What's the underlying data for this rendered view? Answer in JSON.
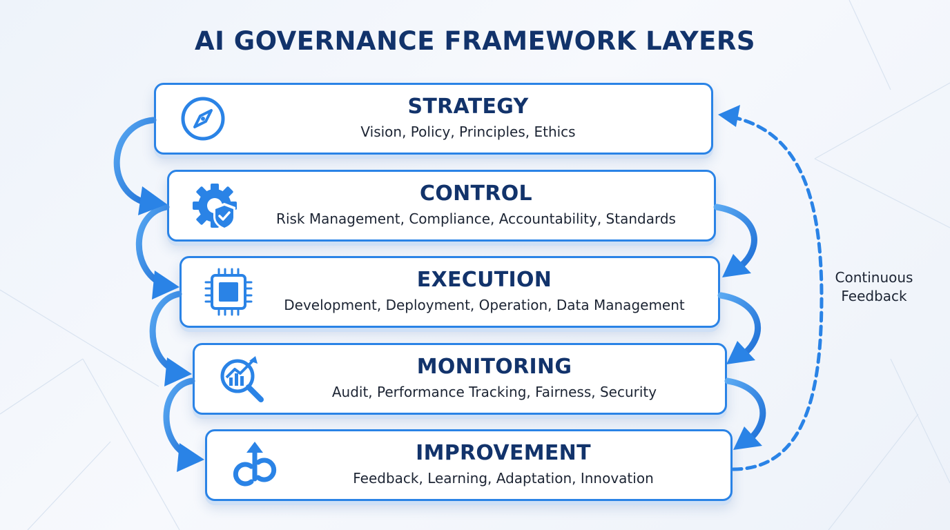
{
  "title": "AI GOVERNANCE FRAMEWORK LAYERS",
  "layers": [
    {
      "name": "STRATEGY",
      "desc": "Vision, Policy, Principles, Ethics",
      "icon": "compass-icon"
    },
    {
      "name": "CONTROL",
      "desc": "Risk Management, Compliance, Accountability, Standards",
      "icon": "gear-shield-icon"
    },
    {
      "name": "EXECUTION",
      "desc": "Development, Deployment, Operation, Data Management",
      "icon": "chip-icon"
    },
    {
      "name": "MONITORING",
      "desc": "Audit, Performance Tracking, Fairness, Security",
      "icon": "magnifier-chart-icon"
    },
    {
      "name": "IMPROVEMENT",
      "desc": "Feedback, Learning, Adaptation, Innovation",
      "icon": "cycle-arrow-icon"
    }
  ],
  "feedback": {
    "line1": "Continuous",
    "line2": "Feedback"
  },
  "colors": {
    "accent": "#2a83e6",
    "title": "#12336b",
    "text": "#1c2433"
  }
}
